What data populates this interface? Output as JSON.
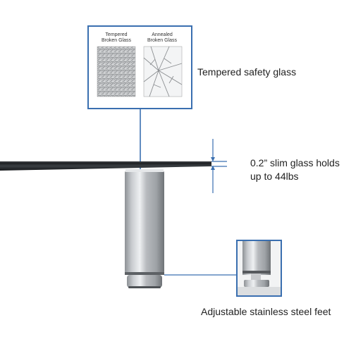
{
  "callouts": {
    "tempered_glass": "Tempered safety glass",
    "slim_glass_line1": "0.2” slim glass holds",
    "slim_glass_line2": "up to 44lbs",
    "feet": "Adjustable stainless steel feet"
  },
  "glass_comparison": {
    "tempered_line1": "Tempered",
    "tempered_line2": "Broken Glass",
    "annealed_line1": "Annealed",
    "annealed_line2": "Broken Glass"
  },
  "colors": {
    "callout_line": "#3a6fb0",
    "glass_top": "#1b1d20",
    "steel": "#b9bcc0",
    "text": "#222222"
  },
  "icons": {
    "dimension_arrows": "double-arrow-icon"
  }
}
